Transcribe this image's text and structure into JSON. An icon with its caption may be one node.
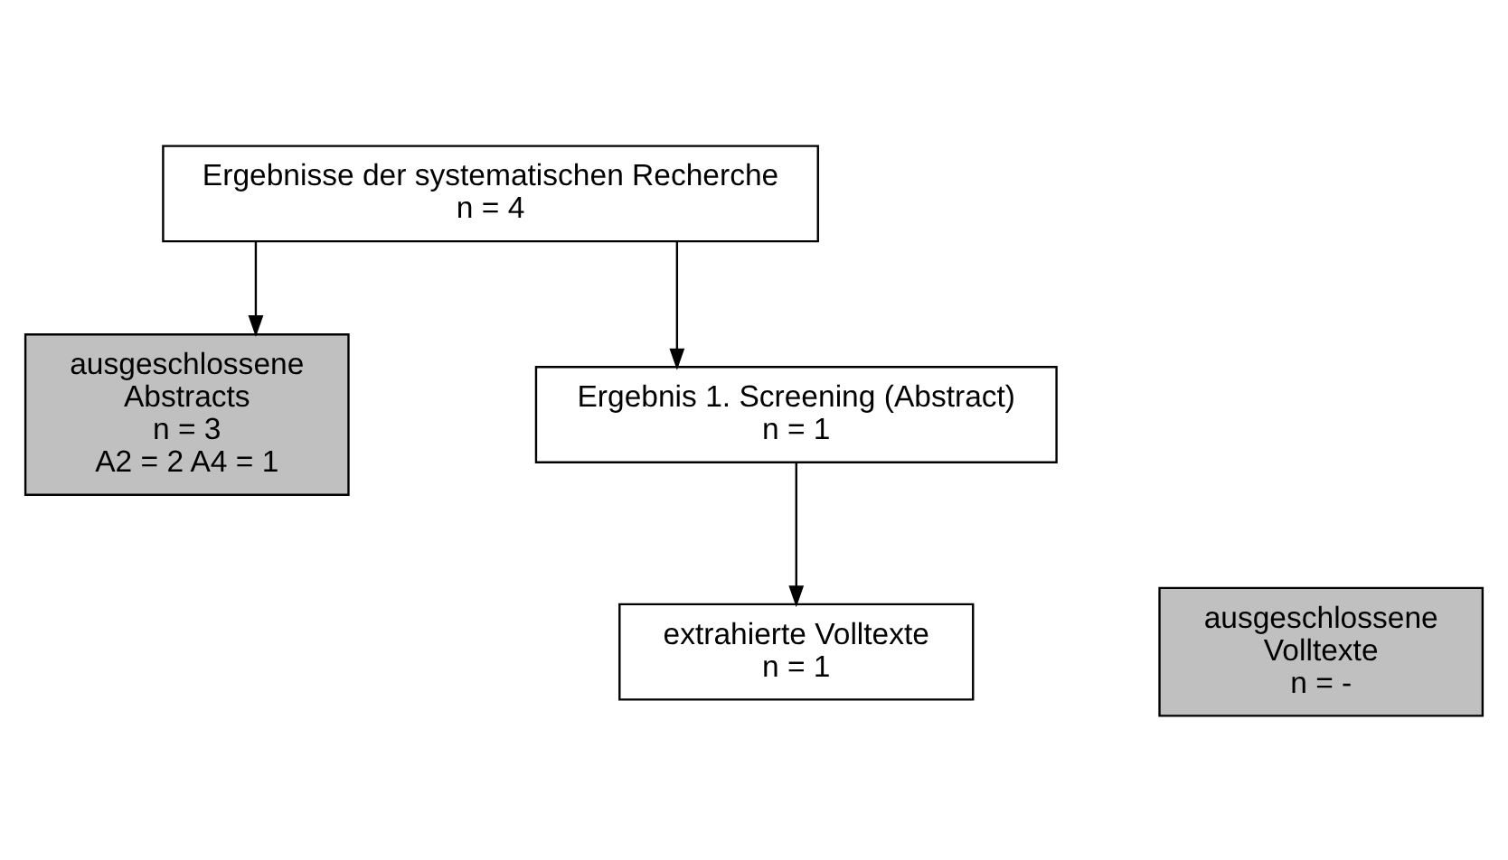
{
  "diagram": {
    "nodes": [
      {
        "text": [
          "Ergebnisse der systematischen Recherche",
          "n = 4"
        ]
      },
      {
        "text": [
          "ausgeschlossene Abstracts",
          "n = 3",
          "A2 = 2 A4 = 1"
        ]
      },
      {
        "text": [
          "Ergebnis 1. Screening (Abstract)",
          "n = 1"
        ]
      },
      {
        "text": [
          "ausgeschlossene Volltexte",
          "n = -"
        ]
      },
      {
        "text": [
          "extrahierte Volltexte",
          "n = 1"
        ]
      }
    ],
    "edges": [
      {
        "from": 0,
        "to": 2,
        "arrow": "to"
      },
      {
        "from": 0,
        "to": 1,
        "arrow": "to"
      },
      {
        "from": 2,
        "to": 4,
        "arrow": "to"
      }
    ]
  }
}
